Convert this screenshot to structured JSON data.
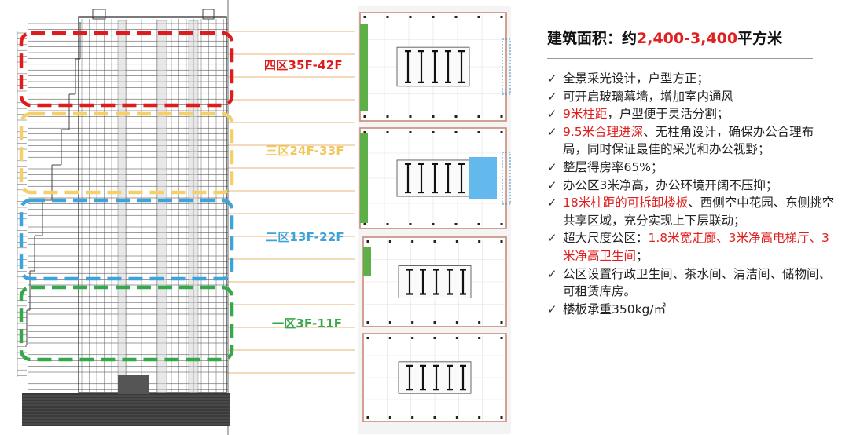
{
  "zones": [
    {
      "label": "四区35F-42F",
      "color": "#e01b1b"
    },
    {
      "label": "三区24F-33F",
      "color": "#f3d06a"
    },
    {
      "label": "二区13F-22F",
      "color": "#3da3dc"
    },
    {
      "label": "一区3F-11F",
      "color": "#35a94a"
    }
  ],
  "panel": {
    "title_prefix": "建筑面积：约",
    "title_value": "2,400-3,400",
    "title_suffix": "平方米"
  },
  "features": [
    [
      {
        "t": "全景采光设计，户型方正；",
        "red": false
      }
    ],
    [
      {
        "t": "可开启玻璃幕墙，增加室内通风",
        "red": false
      }
    ],
    [
      {
        "t": "9米柱距",
        "red": true
      },
      {
        "t": "，户型便于灵活分割；",
        "red": false
      }
    ],
    [
      {
        "t": "9.5米合理进深",
        "red": true
      },
      {
        "t": "、无柱角设计，确保办公合理布局，同时保证最佳的采光和办公视野；",
        "red": false
      }
    ],
    [
      {
        "t": "整层得房率65%；",
        "red": false
      }
    ],
    [
      {
        "t": "办公区3米净高，办公环境开阔不压抑；",
        "red": false
      }
    ],
    [
      {
        "t": "18米柱距的可拆卸楼板",
        "red": true
      },
      {
        "t": "、西侧空中花园、东侧挑空共享区域，充分实现上下层联动；",
        "red": false
      }
    ],
    [
      {
        "t": "超大尺度公区：",
        "red": false
      },
      {
        "t": "1.8米宽走廊、3米净高电梯厅、3米净高卫生间",
        "red": true
      },
      {
        "t": "；",
        "red": false
      }
    ],
    [
      {
        "t": "公区设置行政卫生间、茶水间、清洁间、储物间、可租赁库房。",
        "red": false
      }
    ],
    [
      {
        "t": "楼板承重350kg/㎡",
        "red": false
      }
    ]
  ]
}
